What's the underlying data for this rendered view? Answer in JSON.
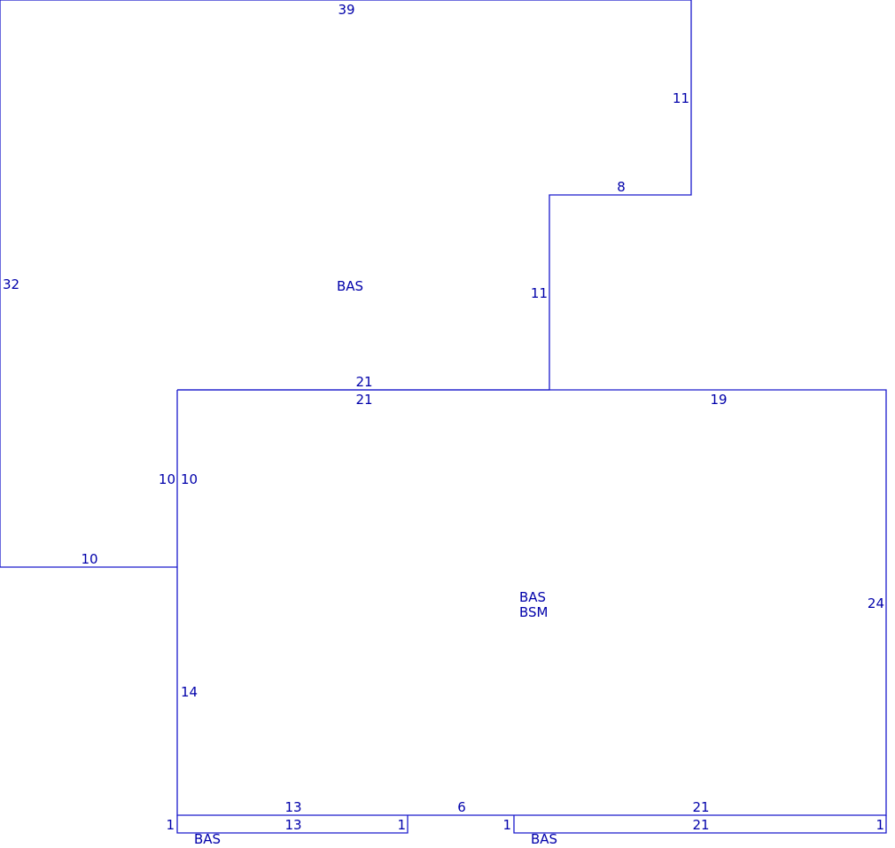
{
  "colors": {
    "line": "#1a1acc",
    "text": "#0000aa",
    "background": "#ffffff"
  },
  "areas": {
    "upper_bas": {
      "label": "BAS"
    },
    "main": {
      "label_1": "BAS",
      "label_2": "BSM"
    },
    "left_strip": {
      "label": "BAS"
    },
    "right_strip": {
      "label": "BAS"
    }
  },
  "dimensions": {
    "upper_top": "39",
    "upper_right": "11",
    "upper_step": "8",
    "upper_inner_right": "11",
    "upper_left": "32",
    "upper_bottom_left": "10",
    "upper_inner_left": "10",
    "upper_bottom": "21",
    "main_top_left": "21",
    "main_top_right": "19",
    "main_left_upper": "10",
    "main_right": "24",
    "main_left_lower": "14",
    "main_bottom_left": "13",
    "main_bottom_mid": "6",
    "main_bottom_right": "21",
    "left_strip_left": "1",
    "left_strip_bottom": "13",
    "left_strip_right": "1",
    "right_strip_left": "1",
    "right_strip_bottom": "21",
    "right_strip_right": "1"
  }
}
